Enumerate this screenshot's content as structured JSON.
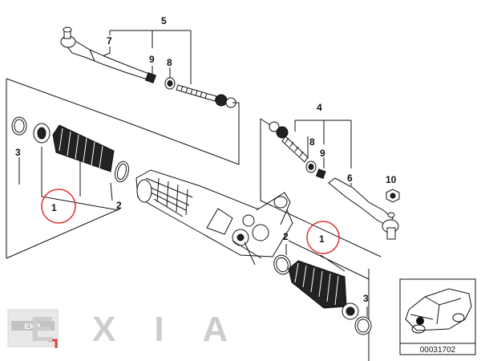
{
  "callouts": {
    "c5": "5",
    "c7": "7",
    "c9a": "9",
    "c8a": "8",
    "c3a": "3",
    "c1a": "1",
    "c2a": "2",
    "c4": "4",
    "c8b": "8",
    "c9b": "9",
    "c6": "6",
    "c10": "10",
    "c2b": "2",
    "c1b": "1",
    "c3b": "3"
  },
  "watermark": {
    "text": "EXIA",
    "logo_text": "EXIA"
  },
  "reference_number": "00031702",
  "colors": {
    "highlight": "#e03a3a",
    "watermark": "#c8c8c8",
    "accent": "#d0342c"
  }
}
